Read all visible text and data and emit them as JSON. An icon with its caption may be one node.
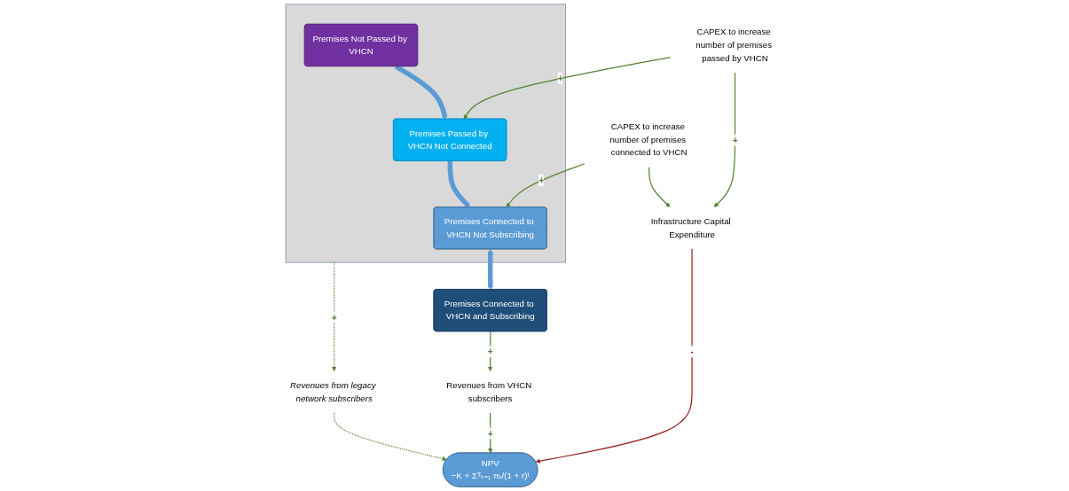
{
  "diagram": {
    "nodes": [
      {
        "text": [],
        "shape": "box"
      },
      {
        "text": [
          "Premises Not Passed by VHCN"
        ],
        "in": 0
      },
      {
        "text": [
          "Premises Passed by VHCN Not Connected"
        ],
        "in": 0
      },
      {
        "text": [
          "Premises Connected to VHCN Not Subscribing"
        ],
        "in": 0
      },
      {
        "text": [
          "Premises Connected to VHCN and Subscribing"
        ]
      },
      {
        "text": [
          "Revenues from legacy network subscribers"
        ]
      },
      {
        "text": [
          "Revenues from VHCN subscribers"
        ]
      },
      {
        "text": [
          "CAPEX to increase number of premises passed by VHCN"
        ]
      },
      {
        "text": [
          "CAPEX to increase number of premises connected to VHCN"
        ]
      },
      {
        "text": [
          "Infrastructure Capital Expenditure"
        ]
      },
      {
        "text": [
          "NPV",
          "−K + Σᵀₜ₌₁ πₜ/(1 + r)ᵗ"
        ]
      }
    ],
    "edges": [
      {
        "from": 1,
        "to": 2,
        "arrow": "to",
        "style": "thick",
        "color": "#5b9bd5"
      },
      {
        "from": 2,
        "to": 3,
        "arrow": "to",
        "style": "thick",
        "color": "#5b9bd5"
      },
      {
        "from": 3,
        "to": 4,
        "arrow": "both",
        "style": "thick",
        "color": "#5b9bd5"
      },
      {
        "from": 0,
        "to": 5,
        "arrow": "to",
        "style": "dashed",
        "label": "+"
      },
      {
        "from": 4,
        "to": 6,
        "arrow": "to",
        "label": "+"
      },
      {
        "from": 5,
        "to": 10,
        "arrow": "to",
        "style": "dashed"
      },
      {
        "from": 6,
        "to": 10,
        "arrow": "to",
        "label": "+"
      },
      {
        "from": 7,
        "to": 2,
        "arrow": "to",
        "label": "+"
      },
      {
        "from": 8,
        "to": 3,
        "arrow": "to",
        "label": "+"
      },
      {
        "from": 7,
        "to": 9,
        "arrow": "to",
        "label": "+"
      },
      {
        "from": 8,
        "to": 9,
        "arrow": "to"
      },
      {
        "from": 9,
        "to": 10,
        "arrow": "to",
        "label": "-",
        "color": "#9b1c1c"
      }
    ]
  }
}
